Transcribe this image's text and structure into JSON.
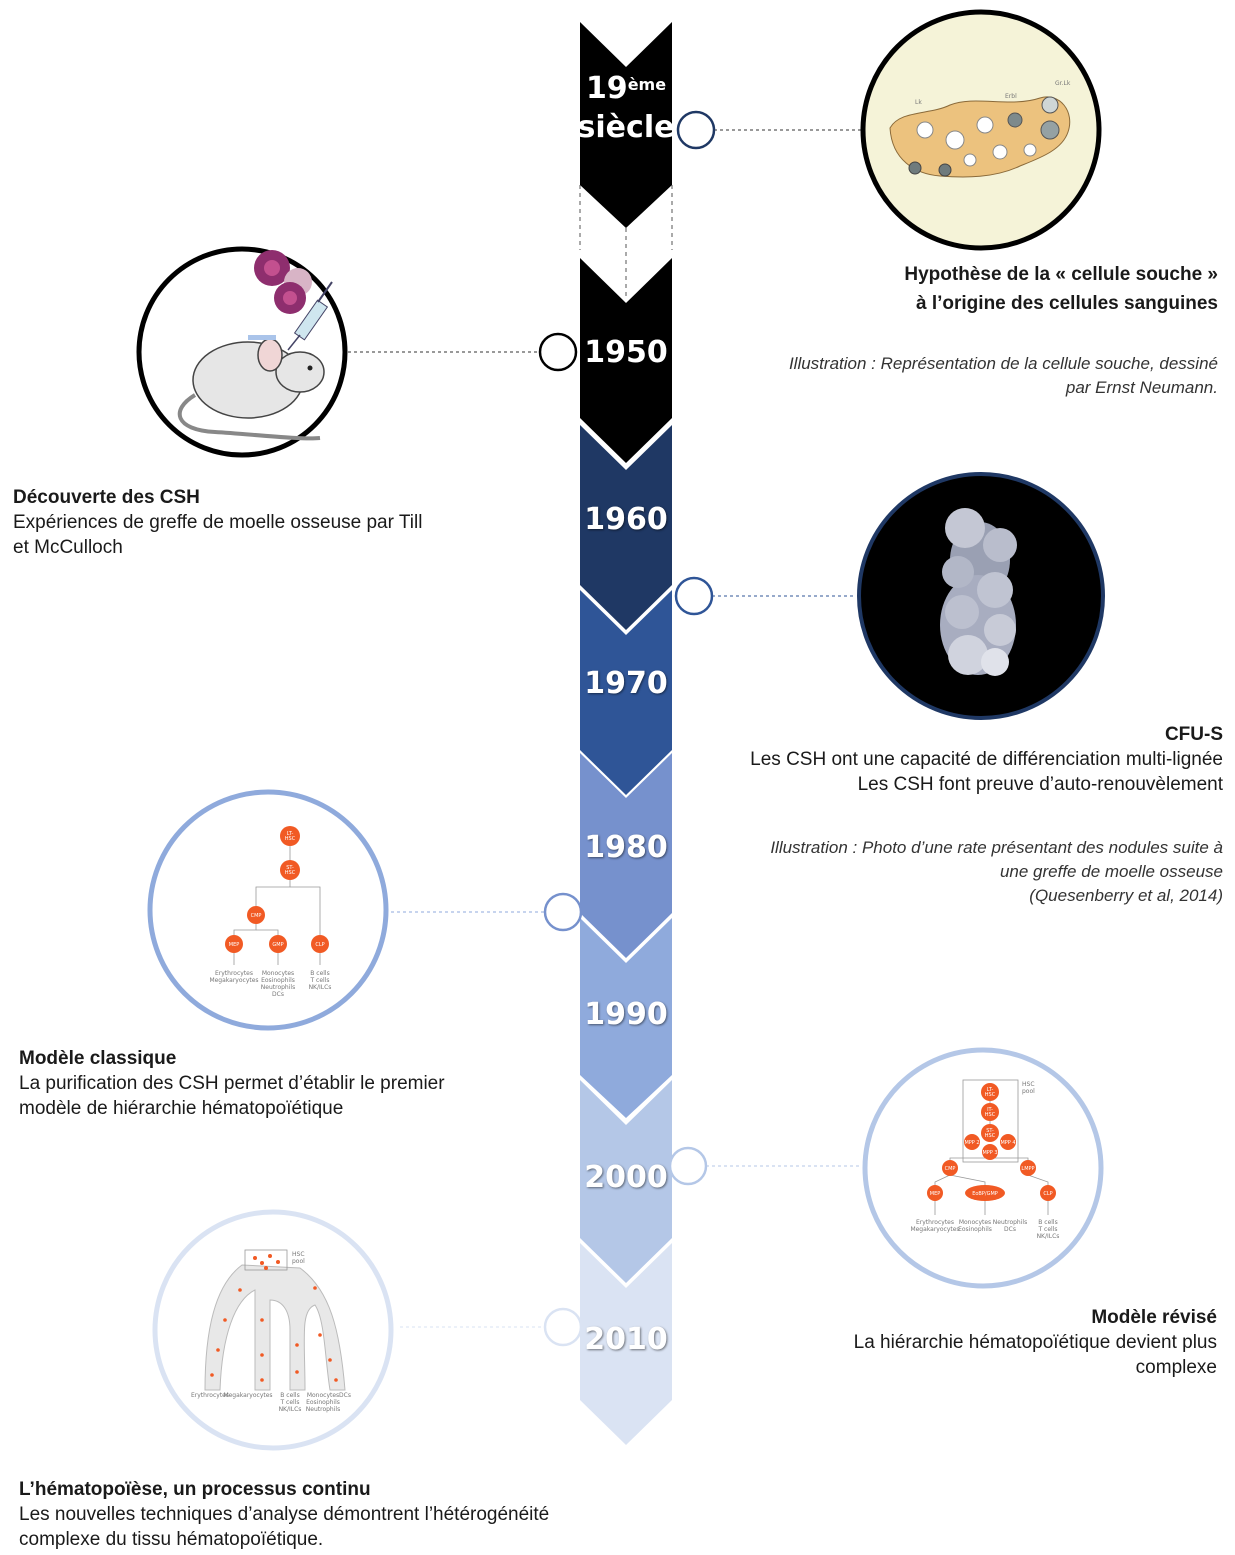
{
  "timeline": {
    "era_label_line1": "19",
    "era_label_sup": "ème",
    "era_label_line2": "siècle",
    "years": [
      "1950",
      "1960",
      "1970",
      "1980",
      "1990",
      "2000",
      "2010"
    ]
  },
  "events": {
    "neumann": {
      "title_line1": "Hypothèse de la  « cellule souche  »",
      "title_line2": "à l’origine des cellules sanguines",
      "illustration_line1": "Illustration : Représentation de la cellule souche, dessiné",
      "illustration_line2": "par Ernst Neumann."
    },
    "csh": {
      "title": "Découverte des CSH",
      "text_line1": "Expériences de greffe de moelle osseuse par Till",
      "text_line2": "et McCulloch"
    },
    "cfus": {
      "title": "CFU-S",
      "text_line1": "Les CSH ont une capacité de différenciation multi-lignée",
      "text_line2": "Les CSH font preuve d’auto-renouvèlement",
      "illustration_line1": "Illustration : Photo d’une rate présentant des nodules suite à",
      "illustration_line2": "une greffe de moelle osseuse",
      "illustration_line3": "(Quesenberry et al, 2014)"
    },
    "classique": {
      "title": "Modèle classique",
      "text_line1": "La purification des CSH permet d’établir le premier",
      "text_line2": "modèle de hiérarchie hématopoïétique"
    },
    "revise": {
      "title": "Modèle révisé",
      "text_line1": "La hiérarchie hématopoïétique devient plus",
      "text_line2": "complexe"
    },
    "continu": {
      "title": "L’hématopoïèse, un processus continu",
      "text_line1": "Les nouvelles techniques d’analyse démontrent l’hétérogénéité",
      "text_line2": "complexe du tissu hématopoïétique."
    }
  },
  "classic_tree": {
    "nodes": [
      "LT-HSC",
      "ST-HSC",
      "CMP",
      "MEP",
      "GMP",
      "CLP"
    ],
    "leaves": {
      "mep": [
        "Erythrocytes",
        "Megakaryocytes"
      ],
      "gmp": [
        "Monocytes",
        "Eosinophils",
        "Neutrophils",
        "DCs"
      ],
      "clp": [
        "B cells",
        "T cells",
        "NK/ILCs"
      ]
    }
  },
  "revised_tree": {
    "pool_label": "HSC pool",
    "nodes": [
      "LT-HSC",
      "IT-HSC",
      "ST-HSC",
      "MPP 2",
      "MPP 3",
      "MPP 4",
      "CMP",
      "LMPP",
      "MEP",
      "EoBP/GMP",
      "CLP"
    ],
    "leaves": {
      "mep": [
        "Erythrocytes",
        "Megakaryocytes"
      ],
      "gmp": [
        "Monocytes",
        "Eosinophils"
      ],
      "mid": [
        "Neutrophils",
        "DCs"
      ],
      "clp": [
        "B cells",
        "T cells",
        "NK/ILCs"
      ]
    }
  },
  "continuum": {
    "pool_label": "HSC pool",
    "leaves": [
      "Erythrocytes",
      "Megakaryocytes",
      "B cells T cells NK/ILCs",
      "Monocytes Eosinophils Neutrophils",
      "DCs"
    ]
  },
  "colors": {
    "era_19": "#000000",
    "y1950": "#000000",
    "y1960": "#1f3864",
    "y1970": "#2f5597",
    "y1980": "#7691cd",
    "y1990": "#8faadc",
    "y2000": "#b4c7e7",
    "y2010": "#dae3f3",
    "node": "#f15a24"
  }
}
